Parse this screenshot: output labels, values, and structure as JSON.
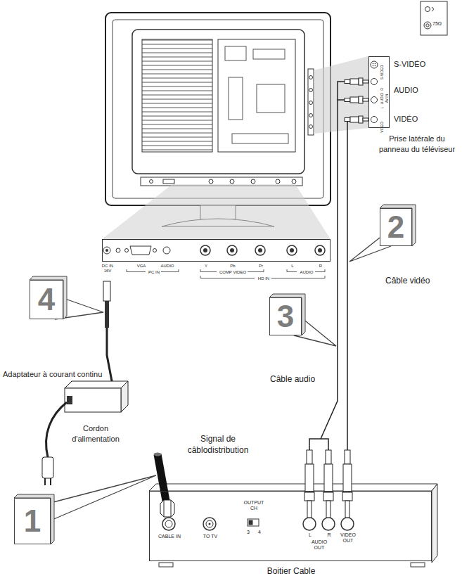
{
  "diagram": {
    "nodes": [
      {
        "text": [
          "S-VIDEO",
          "R",
          "AUDIO",
          "L",
          "AV IN",
          "VIDEO"
        ]
      },
      {
        "text": [
          "2"
        ]
      },
      {
        "text": [
          "DC IN 16V",
          "VGA",
          "AUDIO",
          "PC IN",
          "Y",
          "Pb",
          "Pr",
          "COMP VIDEO",
          "L",
          "R",
          "AUDIO",
          "HD IN"
        ]
      },
      {
        "text": [
          "4"
        ]
      },
      {
        "text": [
          "3"
        ]
      },
      {
        "text": [
          "1"
        ]
      },
      {
        "text": [
          "CABLE IN",
          "TO TV",
          "OUTPUT CH",
          "3",
          "4",
          "L",
          "R",
          "AUDIO OUT",
          "VIDEO OUT",
          "Boitier Cable"
        ]
      }
    ],
    "edges": [
      {
        "from": 6,
        "to": 0,
        "arrow": "none"
      },
      {
        "from": 6,
        "to": 0,
        "arrow": "none"
      }
    ],
    "labels": [
      "75Ω",
      "S-VIDÉO",
      "AUDIO",
      "VIDÉO",
      "Prise latérale du panneau du téléviseur",
      "Câble vidéo",
      "Câble audio",
      "Adaptateur à courant continu",
      "Cordon d'alimentation",
      "Signal de câblodistribution"
    ]
  }
}
